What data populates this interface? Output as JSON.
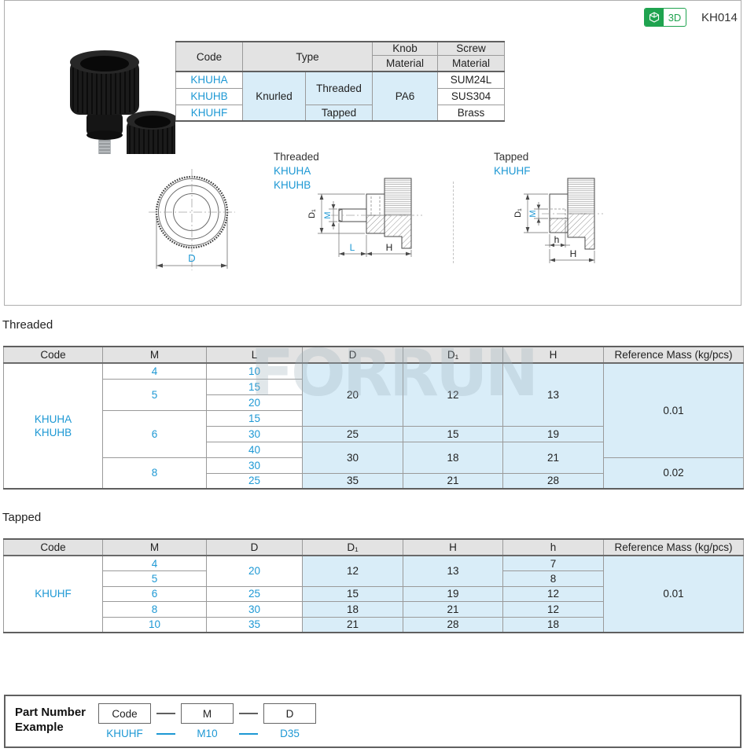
{
  "header": {
    "badge_3d_label": "3D",
    "part_code": "KH014"
  },
  "colors": {
    "accent_blue": "#1d98d4",
    "light_blue": "#d9edf8",
    "header_gray": "#e3e3e3",
    "green": "#1fa34f"
  },
  "spec_table": {
    "col_code": "Code",
    "col_type": "Type",
    "col_knob": "Knob",
    "col_screw": "Screw",
    "col_material": "Material",
    "codes": [
      "KHUHA",
      "KHUHB",
      "KHUHF"
    ],
    "type_value": "Knurled",
    "thread_types": [
      "Threaded",
      "Tapped"
    ],
    "knob_material": "PA6",
    "screw_materials": [
      "SUM24L",
      "SUS304",
      "Brass"
    ]
  },
  "diagrams": {
    "threaded_title": "Threaded",
    "threaded_codes": [
      "KHUHA",
      "KHUHB"
    ],
    "tapped_title": "Tapped",
    "tapped_code": "KHUHF",
    "dim_D": "D",
    "dim_D1": "D₁",
    "dim_M": "M",
    "dim_L": "L",
    "dim_H": "H",
    "dim_h": "h"
  },
  "watermark": "FORRUN",
  "threaded": {
    "title": "Threaded",
    "headers": {
      "code": "Code",
      "m": "M",
      "l": "L",
      "d": "D",
      "d1": "D₁",
      "H": "H",
      "mass": "Reference Mass (kg/pcs)"
    },
    "code_lines": [
      "KHUHA",
      "KHUHB"
    ],
    "m": [
      "4",
      "5",
      "6",
      "8"
    ],
    "l": [
      "10",
      "15",
      "20",
      "15",
      "30",
      "40",
      "30",
      "25"
    ],
    "d": [
      "20",
      "25",
      "30",
      "35"
    ],
    "d1": [
      "12",
      "15",
      "18",
      "21"
    ],
    "H": [
      "13",
      "19",
      "21",
      "28"
    ],
    "mass": [
      "0.01",
      "0.02"
    ]
  },
  "tapped": {
    "title": "Tapped",
    "headers": {
      "code": "Code",
      "m": "M",
      "d": "D",
      "d1": "D₁",
      "H": "H",
      "h": "h",
      "mass": "Reference Mass (kg/pcs)"
    },
    "code": "KHUHF",
    "m": [
      "4",
      "5",
      "6",
      "8",
      "10"
    ],
    "d": [
      "20",
      "25",
      "30",
      "35"
    ],
    "d1": [
      "12",
      "15",
      "18",
      "21"
    ],
    "H": [
      "13",
      "19",
      "21",
      "28"
    ],
    "h": [
      "7",
      "8",
      "12",
      "12",
      "18"
    ],
    "mass": "0.01"
  },
  "part_number": {
    "label_line1": "Part Number",
    "label_line2": "Example",
    "boxes": [
      "Code",
      "M",
      "D"
    ],
    "values": [
      "KHUHF",
      "M10",
      "D35"
    ]
  }
}
